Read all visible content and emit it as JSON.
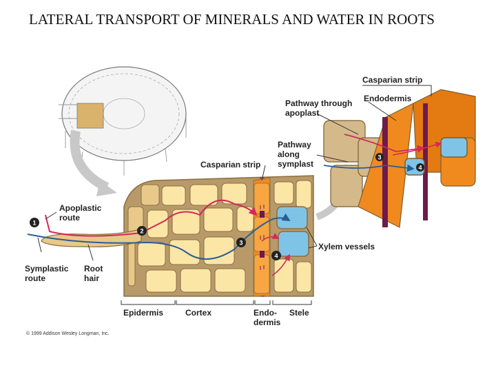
{
  "title": "LATERAL TRANSPORT OF MINERALS AND WATER IN ROOTS",
  "labels": {
    "casparian_strip_top": "Casparian strip",
    "endodermis_top": "Endodermis",
    "pathway_apoplast": [
      "Pathway through",
      "apoplast"
    ],
    "pathway_symplast": [
      "Pathway",
      "along",
      "symplast"
    ],
    "casparian_strip_mid": "Casparian strip",
    "apoplastic_route": [
      "Apoplastic",
      "route"
    ],
    "symplastic_route": [
      "Symplastic",
      "route"
    ],
    "root_hair": [
      "Root",
      "hair"
    ],
    "xylem_vessels": "Xylem vessels",
    "epidermis": "Epidermis",
    "cortex": "Cortex",
    "endodermis_bottom": [
      "Endo-",
      "dermis"
    ],
    "stele": "Stele"
  },
  "markers": [
    "1",
    "2",
    "3",
    "4"
  ],
  "markers_inset": [
    "3",
    "4"
  ],
  "copyright": "© 1999 Addison Wesley Longman, Inc.",
  "colors": {
    "cell_wall": "#b89a6a",
    "cortex_cell": "#fbe6a6",
    "endodermis_cell": "#f08a1e",
    "xylem": "#7fc4e6",
    "casparian": "#6e1a4a",
    "apoplast_path": "#d4285a",
    "symplast_path": "#2a5d96"
  }
}
